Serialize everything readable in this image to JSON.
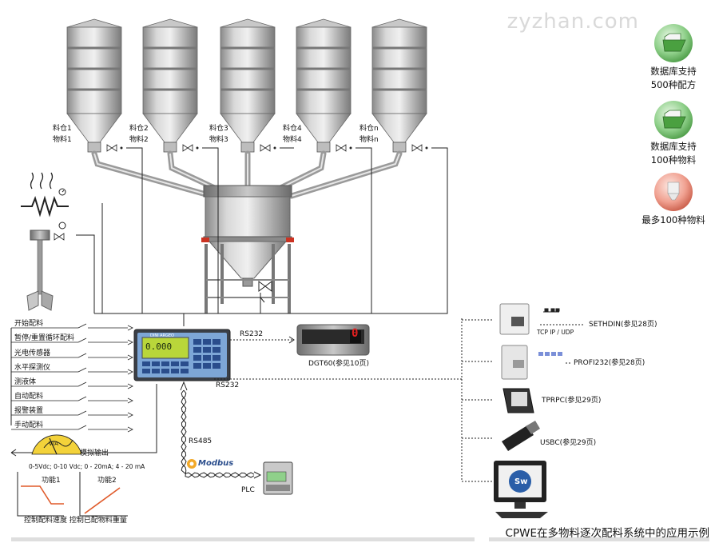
{
  "watermark": "zyzhan.com",
  "silos": [
    {
      "bin": "料仓1",
      "material": "物料1"
    },
    {
      "bin": "料仓2",
      "material": "物料2"
    },
    {
      "bin": "料仓3",
      "material": "物料3"
    },
    {
      "bin": "料仓4",
      "material": "物料4"
    },
    {
      "bin": "料仓n",
      "material": "物料n"
    }
  ],
  "features": [
    {
      "icon": "folder-icon",
      "line1": "数据库支持",
      "line2": "500种配方",
      "color": "#5cb85c"
    },
    {
      "icon": "folder-icon",
      "line1": "数据库支持",
      "line2": "100种物料",
      "color": "#5cb85c"
    },
    {
      "icon": "silo-icon",
      "line1": "最多100种物料",
      "line2": "",
      "color": "#e8806a"
    }
  ],
  "inputs": [
    "开始配料",
    "暂停/重置循环配料",
    "光电传感器",
    "水平探测仪",
    "测液体",
    "自动配料",
    "报警装置",
    "手动配料"
  ],
  "links": {
    "rs232_top": "RS232",
    "rs232_bottom": "RS232",
    "rs485": "RS485",
    "modbus": "Modbus",
    "plc": "PLC"
  },
  "display": {
    "label": "DGT60(参见10页)",
    "value": "0"
  },
  "analog": {
    "meter_label": "V/A",
    "title": "模拟输出",
    "ranges": "0-5Vdc; 0-10 Vdc; 0 - 20mA; 4 - 20 mA",
    "function1": "功能1",
    "function2": "功能2",
    "caption": "控制配料速度  控制已配物料重量"
  },
  "modules": [
    {
      "name": "SETHDIN(参见28页)",
      "tag": "TCP IP / UDP"
    },
    {
      "name": "PROFI232(参见28页)",
      "tag": ""
    },
    {
      "name": "TPRPC(参见29页)",
      "tag": ""
    },
    {
      "name": "USBC(参见29页)",
      "tag": ""
    },
    {
      "name": "",
      "tag": "Sw"
    }
  ],
  "instrument": {
    "brand": "DINI ARGEO",
    "reading": "0.000"
  },
  "caption": "CPWE在多物料逐次配料系统中的应用示例",
  "colors": {
    "accent_green": "#5cb85c",
    "accent_red": "#e8806a",
    "instrument_blue": "#2a4d8c",
    "display_red": "#e02020"
  }
}
